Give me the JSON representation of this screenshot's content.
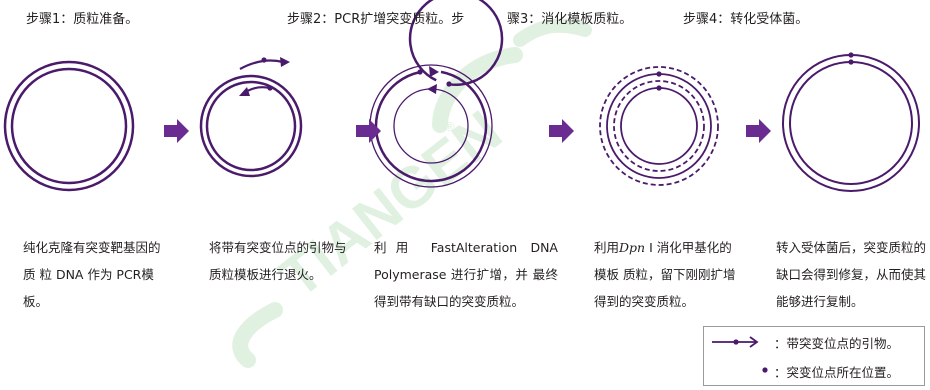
{
  "steps": [
    {
      "title": "步骤1：质粒准备。",
      "description": "纯化克隆有突变靶基因的质 粒 DNA 作为 PCR模板。"
    },
    {
      "title": "步骤2：PCR扩增突变质粒。步",
      "description": "将带有突变位点的引物与质粒模板进行退火。"
    },
    {
      "title": "骤3：消化模板质粒。",
      "description_prefix": "利用",
      "description_body": "FastAlteration DNA Polymerase 进行扩增，并 最终得到带有缺口的突变质粒。"
    },
    {
      "title": "步骤4：转化受体菌。",
      "description_prefix": "利用",
      "description_enzyme": "Dpn",
      "description_enzyme_roman": " I ",
      "description_body": "消化甲基化的模板 质粒，留下刚刚扩增得到的突变质粒。"
    },
    {
      "description": "转入受体菌后，突变质粒的缺口会得到修复，从而使其能够进行复制。"
    }
  ],
  "legend": {
    "primer_label": "：带突变位点的引物。",
    "site_label": "：突变位点所在位置。"
  },
  "watermark": {
    "text": "TIANGEN",
    "mark": "®"
  },
  "colors": {
    "accent": "#4a1a6b",
    "arrow": "#6a2c91",
    "watermark": "#c8e6c9"
  }
}
